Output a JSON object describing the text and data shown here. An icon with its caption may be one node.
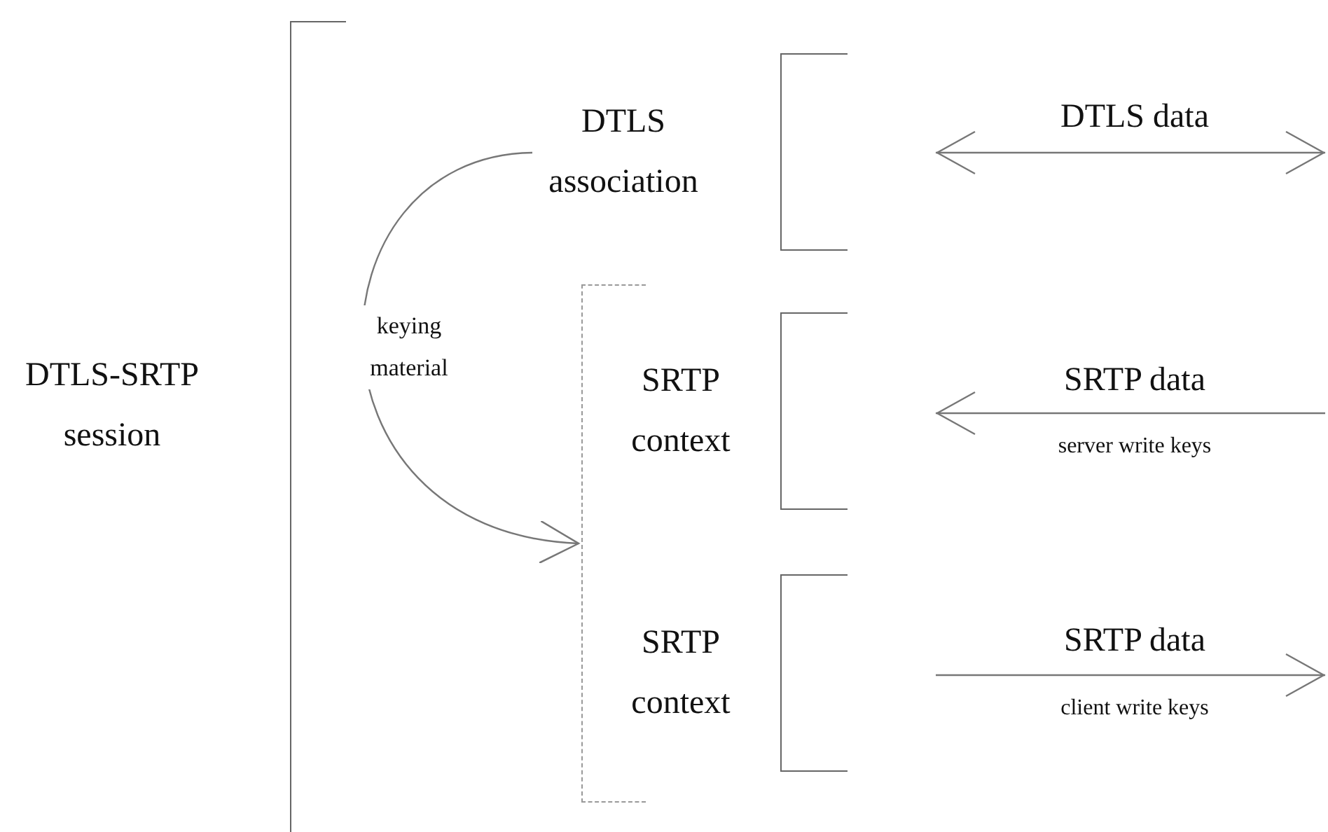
{
  "diagram": {
    "nodes": [
      {
        "text": [
          "DTLS-SRTP session"
        ]
      },
      {
        "text": [],
        "shape": "bracket"
      },
      {
        "text": [
          "DTLS association"
        ]
      },
      {
        "text": [],
        "shape": "bracket"
      },
      {
        "text": [],
        "shape": "frame"
      },
      {
        "text": [
          "SRTP context"
        ]
      },
      {
        "text": [],
        "shape": "bracket"
      },
      {
        "text": [
          "SRTP context"
        ]
      },
      {
        "text": [],
        "shape": "bracket"
      }
    ],
    "edges": [
      {
        "from": 2,
        "to": 4,
        "arrow": "to",
        "label": "keying material"
      }
    ],
    "labels": [
      "DTLS data",
      "SRTP data",
      "server write keys",
      "SRTP data",
      "client write keys"
    ]
  }
}
